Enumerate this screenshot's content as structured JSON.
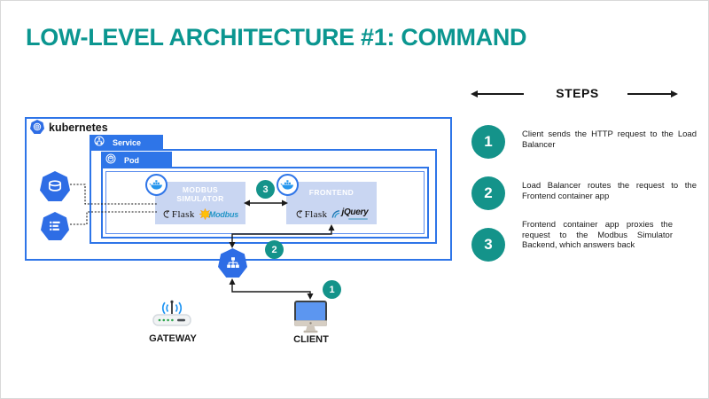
{
  "title": "LOW-LEVEL ARCHITECTURE #1: COMMAND",
  "colors": {
    "title_teal": "#0B9690",
    "step_circle_teal": "#14938A",
    "kubernetes_blue": "#2E75E8",
    "hexagon_blue": "#2E6DE5",
    "docker_blue": "#2496ED",
    "container_fill": "#C9D6F2",
    "modbus_text": "#2596C8"
  },
  "diagram": {
    "kubernetes_label": "kubernetes",
    "service_label": "Service",
    "pod_label": "Pod",
    "containers": [
      {
        "name": "MODBUS SIMULATOR",
        "logos": [
          "Flask",
          "Modbus"
        ]
      },
      {
        "name": "FRONTEND",
        "logos": [
          "Flask",
          "jQuery"
        ]
      }
    ],
    "flow_badges": [
      "1",
      "2",
      "3"
    ],
    "gateway_label": "GATEWAY",
    "client_label": "CLIENT"
  },
  "steps": {
    "header": "STEPS",
    "items": [
      {
        "num": "1",
        "text": "Client sends the HTTP request to the Load Balancer"
      },
      {
        "num": "2",
        "text": "Load Balancer routes the request to the Frontend container app"
      },
      {
        "num": "3",
        "text": "Frontend container app proxies the request to the Modbus Simulator Backend, which answers back"
      }
    ]
  }
}
